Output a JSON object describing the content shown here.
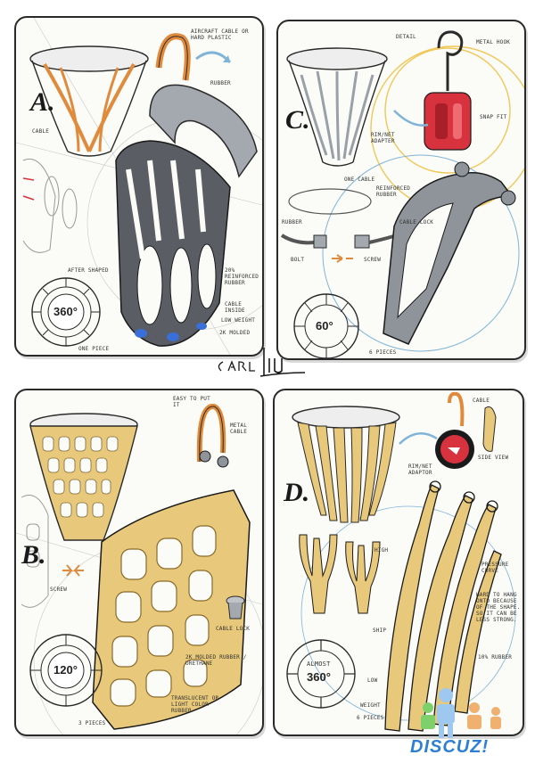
{
  "panels": {
    "a": {
      "letter": "A.",
      "notes": {
        "aircraft": "AIRCRAFT CABLE OR HARD PLASTIC",
        "rubber": "RUBBER",
        "cable": "CABLE",
        "after": "AFTER SHAPED",
        "reinforced": "20% REINFORCED RUBBER",
        "cable_inside": "CABLE INSIDE",
        "low_weight": "LOW WEIGHT",
        "molded": "2K MOLDED",
        "one_piece": "ONE PIECE"
      },
      "dial": "360°"
    },
    "c": {
      "letter": "C.",
      "notes": {
        "detail": "DETAIL",
        "metal_hook": "METAL HOOK",
        "snap_fit": "SNAP FIT",
        "adapter": "RIM/NET ADAPTER",
        "cable": "ONE CABLE",
        "reinforced": "REINFORCED RUBBER",
        "rubber": "RUBBER",
        "cable_lock": "CABLE LOCK",
        "bolt": "BOLT",
        "screw": "SCREW",
        "pieces": "6 PIECES"
      },
      "dial": "60°"
    },
    "b": {
      "letter": "B.",
      "notes": {
        "easy": "EASY TO PUT IT",
        "metal_cable": "METAL CABLE",
        "screw": "SCREW",
        "cable_lock": "CABLE LOCK",
        "molded": "2K MOLDED RUBBER / URETHANE",
        "translucent": "TRANSLUCENT OR LIGHT COLOR RUBBER",
        "pieces": "3 PIECES"
      },
      "dial": "120°"
    },
    "d": {
      "letter": "D.",
      "notes": {
        "cable": "CABLE",
        "side_view": "SIDE VIEW",
        "adaptor": "RIM/NET ADAPTOR",
        "high": "HIGH",
        "pressure": "PRESSURE CURVE",
        "hard": "HARD TO HANG ONTO BECAUSE OF THE SHAPE. SO IT CAN BE LESS STRONG.",
        "ship": "SHIP",
        "low": "LOW",
        "weight": "WEIGHT",
        "pieces": "6 PIECES",
        "percent": "10% RUBBER"
      },
      "dial_top": "ALMOST",
      "dial": "360°"
    }
  },
  "signature": "CARL LIU",
  "watermark": "DISCUZ!",
  "colors": {
    "ink": "#2a2a2a",
    "gray_body": "#9aa0a8",
    "dark_body": "#55595f",
    "orange": "#e08a3c",
    "yellow": "#e8c87a",
    "red_part": "#d8323e",
    "blue_accent": "#3a6fd8",
    "pencil_blue": "#7fb4d8",
    "pencil_yellow": "#f0c85a",
    "watermark_blue": "#2d7fd3"
  }
}
